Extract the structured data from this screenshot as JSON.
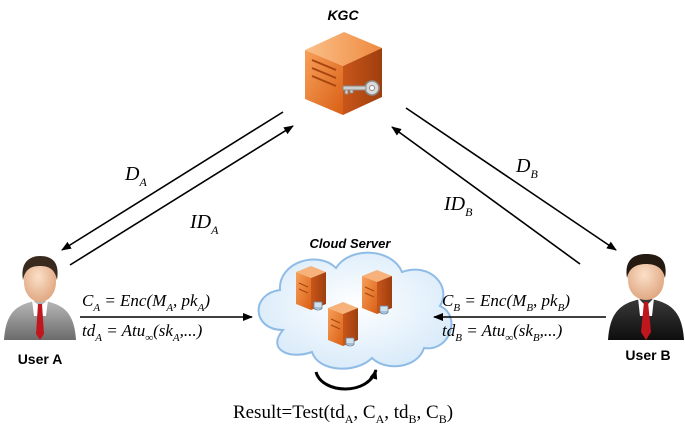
{
  "nodes": {
    "kgc": {
      "label": "KGC"
    },
    "cloud_server": {
      "label": "Cloud Server"
    },
    "user_a": {
      "label": "User A"
    },
    "user_b": {
      "label": "User B"
    }
  },
  "edges": {
    "kgc_to_a": {
      "sym": "D",
      "sub": "A"
    },
    "a_to_kgc": {
      "sym": "ID",
      "sub": "A"
    },
    "kgc_to_b": {
      "sym": "D",
      "sub": "B"
    },
    "b_to_kgc": {
      "sym": "ID",
      "sub": "B"
    }
  },
  "formulas": {
    "a_cipher": {
      "lhs": "C",
      "lhs_sub": "A",
      "mid": " = Enc(M",
      "m_sub": "A",
      "sep": ", pk",
      "pk_sub": "A",
      "end": ")"
    },
    "a_trapdoor": {
      "lhs": "td",
      "lhs_sub": "A",
      "mid": " = Atu",
      "inf": "∞",
      "arg": "(sk",
      "sk_sub": "A",
      "end": ",...)"
    },
    "b_cipher": {
      "lhs": "C",
      "lhs_sub": "B",
      "mid": " = Enc(M",
      "m_sub": "B",
      "sep": ", pk",
      "pk_sub": "B",
      "end": ")"
    },
    "b_trapdoor": {
      "lhs": "td",
      "lhs_sub": "B",
      "mid": " = Atu",
      "inf": "∞",
      "arg": "(sk",
      "sk_sub": "B",
      "end": ",...)"
    }
  },
  "result": {
    "prefix": "Result=Test(td",
    "s1": "A",
    "t1": ", C",
    "s2": "A",
    "t2": ", td",
    "s3": "B",
    "t3": ", C",
    "s4": "B",
    "end": ")"
  },
  "colors": {
    "server_orange": "#e8742a",
    "cloud_fill": "#e3f0fb",
    "cloud_stroke": "#7fb2e0",
    "tie_red": "#c0161e",
    "text": "#000000"
  }
}
